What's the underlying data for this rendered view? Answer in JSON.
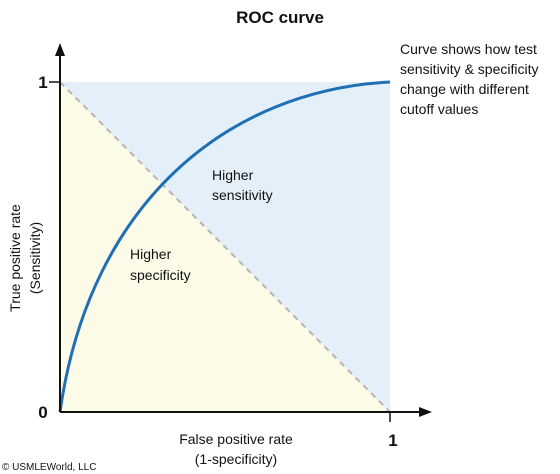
{
  "title": "ROC curve",
  "annotation": {
    "line1": "Curve shows how test",
    "line2": "sensitivity & specificity",
    "line3": "change with different",
    "line4": "cutoff values"
  },
  "regions": {
    "upper": {
      "line1": "Higher",
      "line2": "sensitivity"
    },
    "lower": {
      "line1": "Higher",
      "line2": "specificity"
    }
  },
  "axes": {
    "y_label_line1": "True positive rate",
    "y_label_line2": "(Sensitivity)",
    "x_label_line1": "False positive rate",
    "x_label_line2": "(1-specificity)",
    "origin_tick": "0",
    "y_max_tick": "1",
    "x_max_tick": "1"
  },
  "copyright": "© USMLEWorld, LLC",
  "colors": {
    "curve": "#1f6fb2",
    "upper_region": "#e3f0fa",
    "lower_region": "#fbfbe8",
    "diagonal": "#b5b5b5",
    "axis": "#111111"
  }
}
